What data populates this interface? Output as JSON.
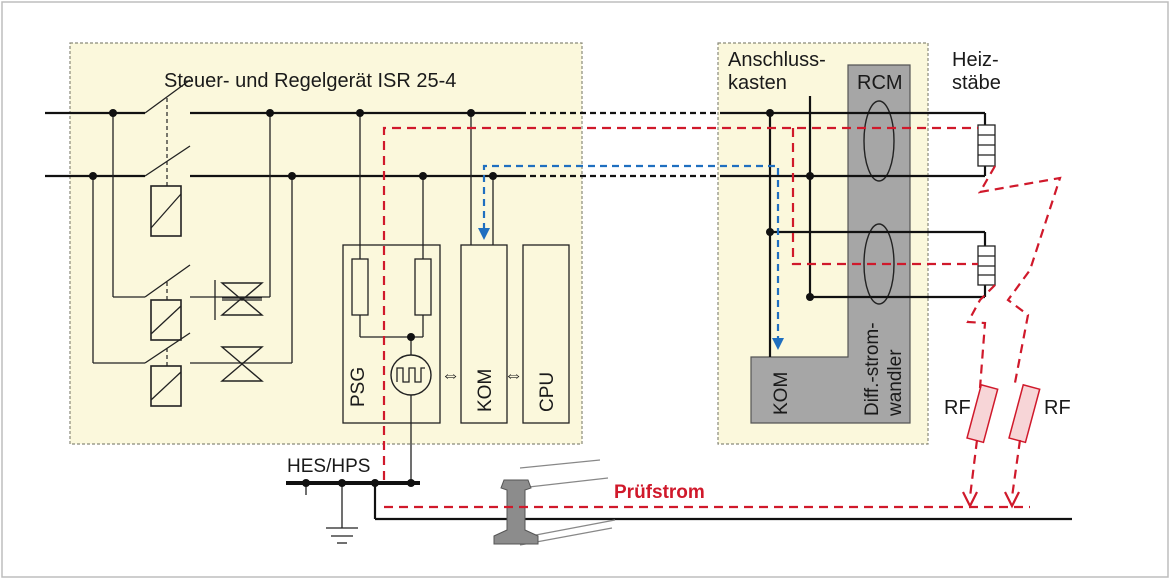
{
  "controller_title": "Steuer- und Regelgerät ISR 25-4",
  "junction_box": {
    "line1": "Anschluss-",
    "line2": "kasten"
  },
  "heating": {
    "line1": "Heiz-",
    "line2": "stäbe"
  },
  "rcm_label": "RCM",
  "diff_label": {
    "line1": "Diff.-strom-",
    "line2": "wandler"
  },
  "modules": {
    "psg": "PSG",
    "kom": "KOM",
    "cpu": "CPU",
    "kom_box": "KOM"
  },
  "resistors": {
    "rf1": "RF",
    "rf2": "RF"
  },
  "bus_label": "HES/HPS",
  "current_label": "Prüfstrom",
  "arrows": {
    "left": "⇔",
    "right": "⇔"
  },
  "colors": {
    "panel": "#fbf8dc",
    "gray": "#a6a6a6",
    "red": "#d0192b",
    "blue": "#1f6fc0",
    "pink": "#f7d5d7"
  }
}
